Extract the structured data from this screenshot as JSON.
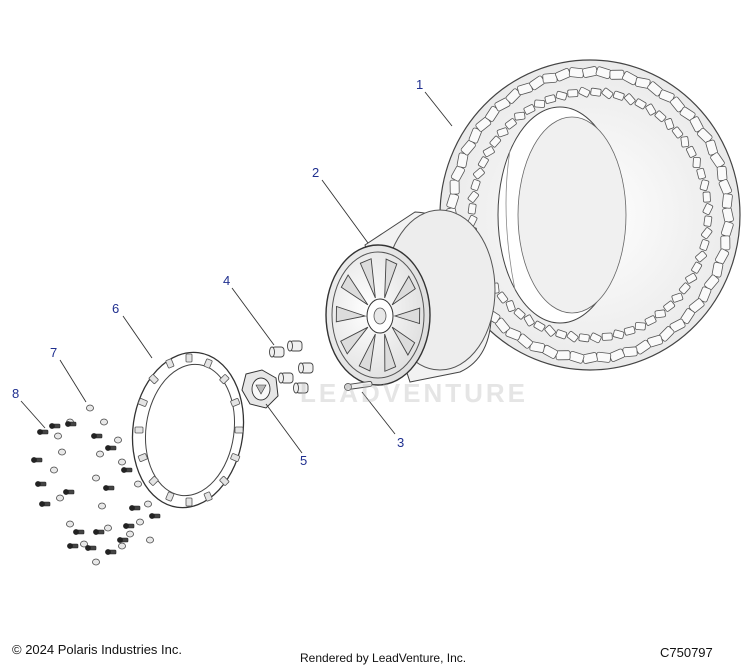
{
  "callouts": [
    {
      "id": "1",
      "label": "1"
    },
    {
      "id": "2",
      "label": "2"
    },
    {
      "id": "3",
      "label": "3"
    },
    {
      "id": "4",
      "label": "4"
    },
    {
      "id": "5",
      "label": "5"
    },
    {
      "id": "6",
      "label": "6"
    },
    {
      "id": "7",
      "label": "7"
    },
    {
      "id": "8",
      "label": "8"
    }
  ],
  "watermark": "LEADVENTURE",
  "footer": {
    "copyright": "© 2024 Polaris Industries Inc.",
    "rendered_by": "Rendered by LeadVenture, Inc.",
    "diagram_code": "C750797"
  },
  "colors": {
    "callout": "#1f2f8f",
    "line": "#333333",
    "part_fill": "#f4f4f4"
  }
}
